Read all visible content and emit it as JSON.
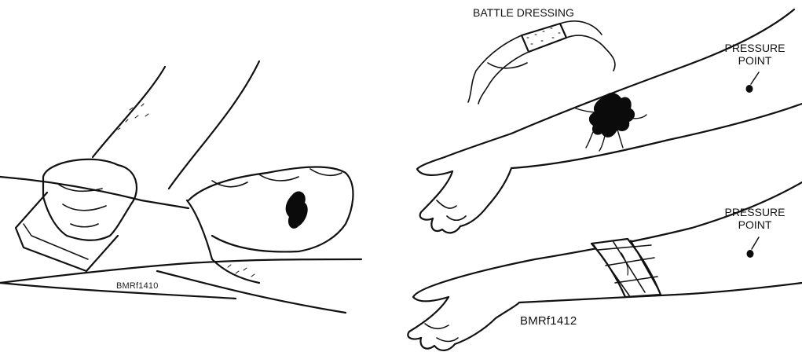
{
  "labels": {
    "battle_dressing": "BATTLE DRESSING",
    "pressure_point_top": "PRESSURE\nPOINT",
    "pressure_point_bottom": "PRESSURE\nPOINT"
  },
  "figure_ids": {
    "left": "BMRf1410",
    "right": "BMRf1412"
  },
  "colors": {
    "ink": "#111111",
    "paper": "#ffffff",
    "blood": "#0b0b0b"
  }
}
